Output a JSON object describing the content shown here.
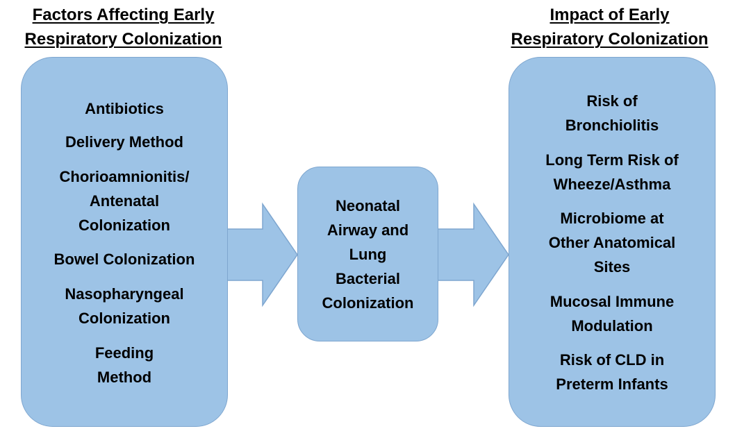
{
  "left_heading": {
    "line1": "Factors Affecting Early",
    "line2": "Respiratory Colonization"
  },
  "right_heading": {
    "line1": "Impact of Early",
    "line2": "Respiratory Colonization"
  },
  "factors": [
    [
      "Antibiotics"
    ],
    [
      "Delivery Method"
    ],
    [
      "Chorioamnionitis/",
      "Antenatal",
      "Colonization"
    ],
    [
      "Bowel Colonization"
    ],
    [
      "Nasopharyngeal",
      "Colonization"
    ],
    [
      "Feeding",
      "Method"
    ]
  ],
  "center": [
    "Neonatal",
    "Airway and",
    "Lung",
    "Bacterial",
    "Colonization"
  ],
  "impacts": [
    [
      "Risk of",
      "Bronchiolitis"
    ],
    [
      "Long Term Risk of",
      "Wheeze/Asthma"
    ],
    [
      "Microbiome at",
      "Other Anatomical",
      "Sites"
    ],
    [
      "Mucosal Immune",
      "Modulation"
    ],
    [
      "Risk of CLD in",
      "Preterm Infants"
    ]
  ],
  "colors": {
    "box_fill": "#9dc3e6",
    "box_border": "#7ea6cf",
    "arrow_fill": "#9dc3e6",
    "text": "#000000"
  }
}
